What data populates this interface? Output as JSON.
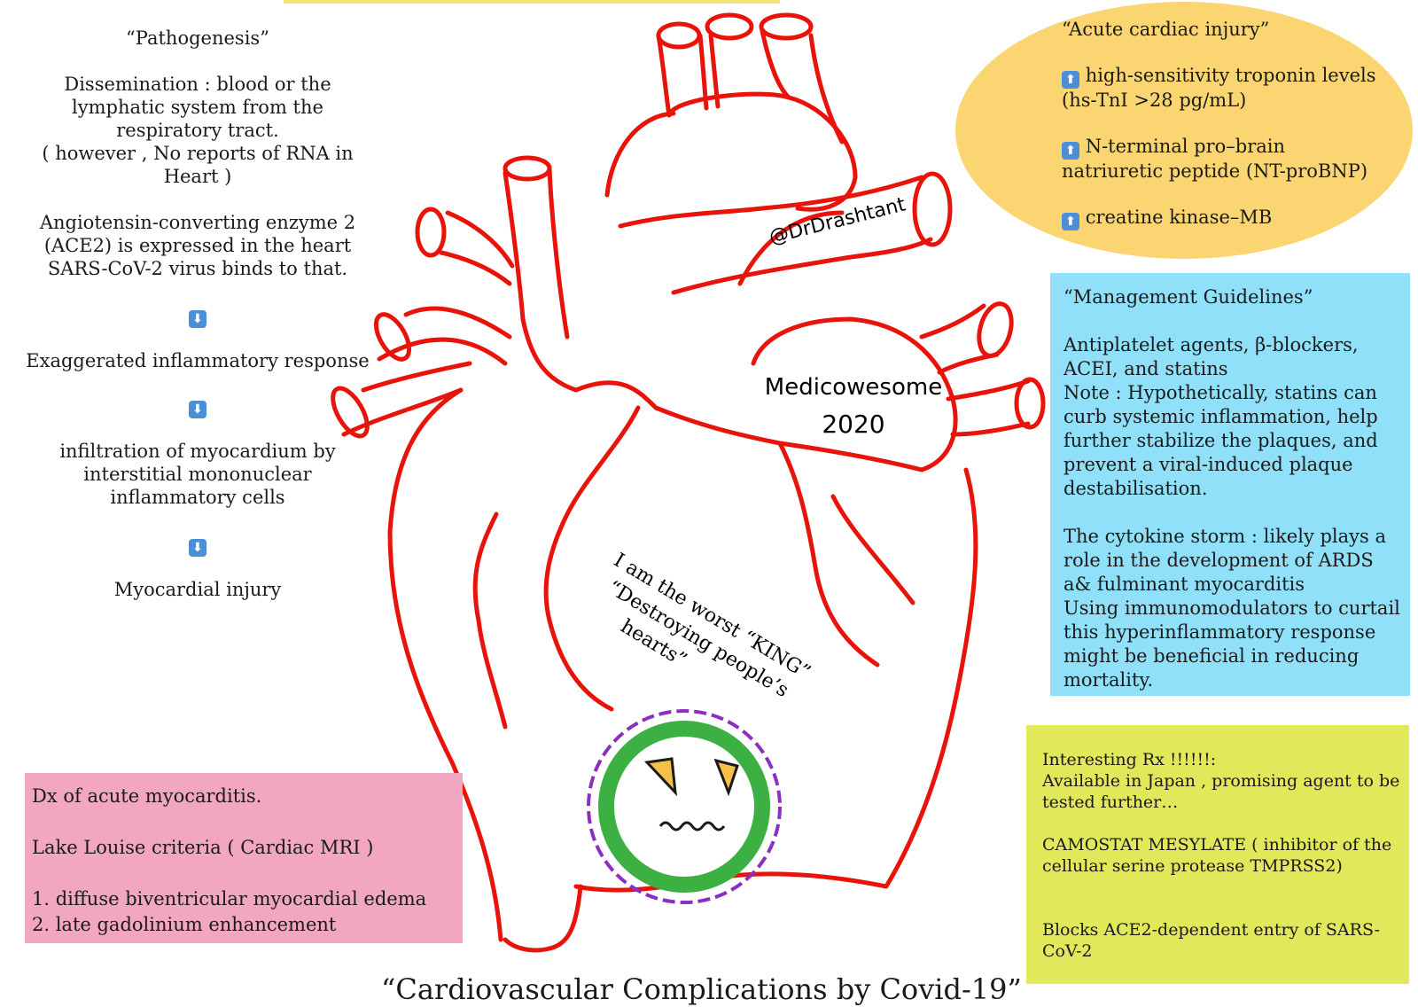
{
  "pathogenesis": {
    "heading": "“Pathogenesis”",
    "dissemination": "Dissemination :  blood or the lymphatic system from the respiratory tract.",
    "dissemination_note": "( however , No reports of RNA in Heart )",
    "ace2": "Angiotensin-converting enzyme 2 (ACE2) is expressed in the heart SARS-CoV-2 virus binds to that.",
    "step1": "Exaggerated inflammatory response",
    "step2": "infiltration of myocardium by interstitial mononuclear inflammatory cells",
    "step3": "Myocardial injury",
    "arrow_glyph": "⬇"
  },
  "acute_injury": {
    "heading": "“Acute cardiac injury”",
    "item1": "high-sensitivity troponin levels (hs-TnI >28 pg/mL)",
    "item2": "N-terminal pro–brain natriuretic peptide (NT-proBNP)",
    "item3": "creatine kinase–MB",
    "arrow_glyph": "⬆",
    "color": "#fbd571"
  },
  "management": {
    "heading": "“Management Guidelines”",
    "drugs": "Antiplatelet agents, β-blockers, ACEI, and statins",
    "note": "Note : Hypothetically, statins can curb systemic inflammation, help further stabilize the plaques, and prevent a viral-induced plaque destabilisation.",
    "cytokine": "The cytokine storm : likely plays a role in the development of ARDS a& fulminant myocarditis",
    "immuno": "Using immunomodulators to curtail this hyperinflammatory response might be beneficial in reducing mortality.",
    "color": "#8fe0f8"
  },
  "rx": {
    "line1": "Interesting Rx !!!!!!:",
    "line2": "Available in Japan , promising agent to be tested further…",
    "camostat": "CAMOSTAT MESYLATE ( inhibitor of the cellular serine protease TMPRSS2)",
    "blocks": "Blocks ACE2-dependent entry of SARS-CoV-2",
    "color": "#e1e85a"
  },
  "diagnosis": {
    "heading": "Dx of acute myocarditis.",
    "criteria": "Lake Louise criteria ( Cardiac MRI )",
    "item1": "1.  diffuse biventricular myocardial edema",
    "item2": "2. late gadolinium enhancement",
    "color": "#f2a6c2"
  },
  "heart": {
    "handle": "@DrDrashtant",
    "brand": "Medicowesome",
    "year": "2020",
    "quote_line1": "I am the worst “KING”",
    "quote_line2": "“Destroying people’s",
    "quote_line3": "hearts”",
    "outline_color": "#e8140c",
    "virus_ring_color": "#3cb043",
    "virus_spike_color": "#8a2fc0",
    "virus_eye_color": "#f4c04a"
  },
  "title": "“Cardiovascular Complications by Covid-19”"
}
